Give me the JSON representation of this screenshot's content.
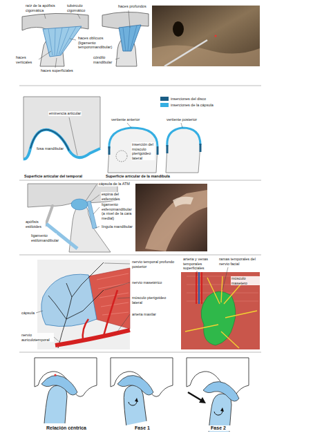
{
  "diagram": {
    "labels": [
      "raíz de la apófisis cigomática",
      "tubérculo cigomático",
      "haces profundos",
      "haces oblicuos (ligamento temporomandibular)",
      "haces verticales",
      "cóndilo mandibular",
      "haces superficiales",
      "eminencia articular",
      "vertiente anterior",
      "vertiente posterior",
      "fosa mandibular",
      "inserción del músculo pterigoideo lateral",
      "Superficie articular del temporal",
      "Superficie articular de la mandíbula",
      "cápsula de la ATM",
      "espina del esfenoides",
      "ligamento esfenomandibular (a nivel de la cara medial)",
      "apófisis estiloides",
      "língula mandibular",
      "ligamento estilomandibular",
      "nervio temporal profundo posterior",
      "arteria y venas temporales superficiales",
      "ramas temporales del nervio facial",
      "nervio masetérico",
      "músculo masetero",
      "músculo pterigoideo lateral",
      "arteria maxilar",
      "cápsula",
      "nervio auriculotemporal",
      "Relación céntrica",
      "Fase 1",
      "Fase 2"
    ],
    "legend": [
      {
        "text": "inserciones del disco",
        "color": "#1b5e86"
      },
      {
        "text": "inserciones de la cápsula",
        "color": "#35aee2"
      }
    ]
  }
}
